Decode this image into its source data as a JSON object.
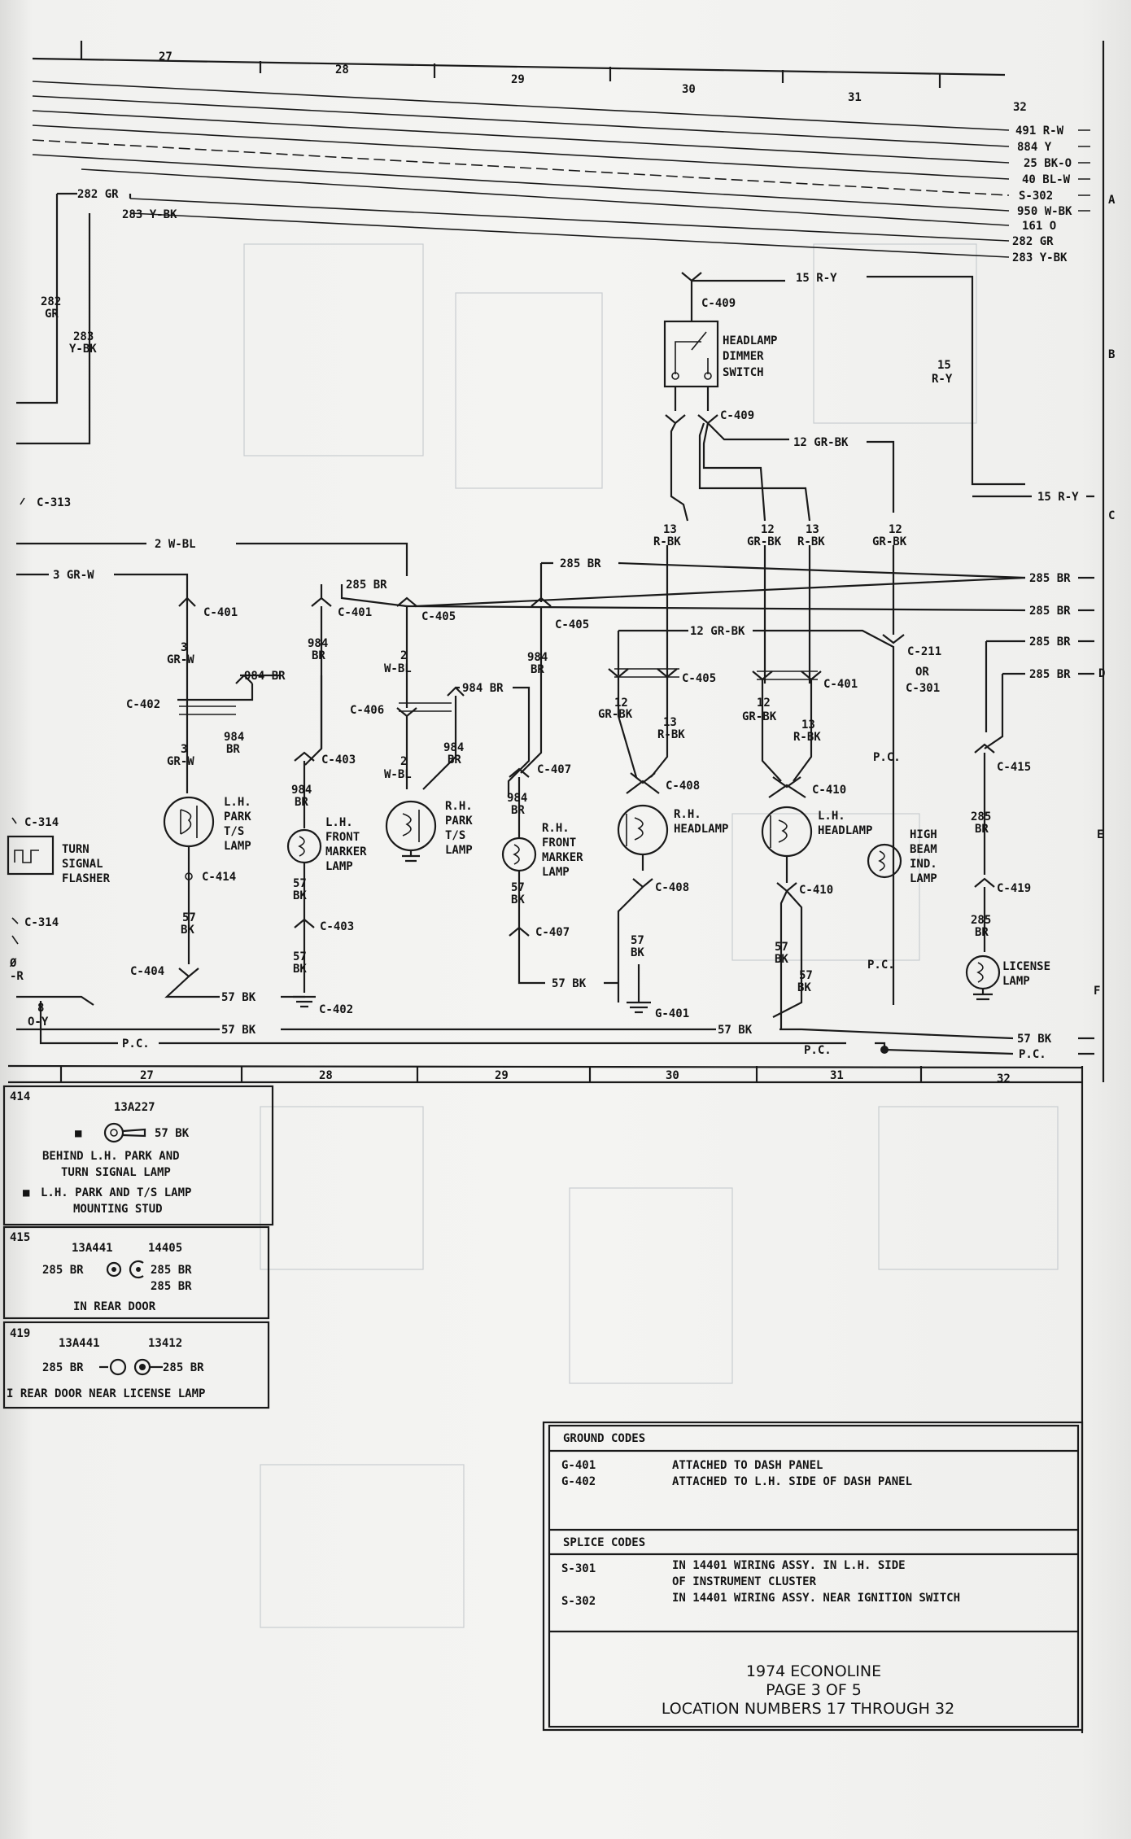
{
  "grid": {
    "top_numbers": [
      "27",
      "28",
      "29",
      "30",
      "31",
      "32"
    ],
    "bottom_numbers": [
      "27",
      "28",
      "29",
      "30",
      "31",
      "32"
    ],
    "row_letters": [
      "A",
      "B",
      "C",
      "D",
      "E",
      "F"
    ]
  },
  "bus_wires": [
    "491 R-W",
    "884 Y",
    "25 BK-O",
    "40 BL-W",
    "S-302",
    "950 W-BK",
    "161 O",
    "282 GR",
    "283 Y-BK"
  ],
  "left_wires": {
    "w282": "282 GR",
    "w283": "283 Y-BK",
    "v282a": "282",
    "v282b": "GR",
    "v283a": "283",
    "v283b": "Y-BK",
    "c313": "C-313",
    "w2": "2 W-BL",
    "w3": "3 GR-W"
  },
  "dimmer": {
    "c409_top": "C-409",
    "label1": "HEADLAMP",
    "label2": "DIMMER",
    "label3": "SWITCH",
    "c409_bottom": "C-409",
    "w15": "15 R-Y",
    "w15b1": "15",
    "w15b2": "R-Y",
    "w12": "12 GR-BK",
    "w15_right": "15 R-Y"
  },
  "right_wires": {
    "br1": "285 BR",
    "br2": "285 BR",
    "br3": "285 BR",
    "br4": "285 BR",
    "bk57": "57 BK",
    "pc": "P.C."
  },
  "left_circuit": {
    "c401": "C-401",
    "gw1": "3",
    "gw2": "GR-W",
    "c402": "C-402",
    "br984": "984 BR",
    "v984a": "984",
    "v984b": "BR",
    "gw3": "3",
    "gw4": "GR-W",
    "park1": "L.H.",
    "park2": "PARK",
    "park3": "T/S",
    "park4": "LAMP",
    "c414": "C-414",
    "bk1": "57",
    "bk2": "BK",
    "c404": "C-404",
    "bk57a": "57 BK",
    "bk57b": "57 BK",
    "pc": "P.C.",
    "c314a": "C-314",
    "c314b": "C-314",
    "flasher1": "TURN",
    "flasher2": "SIGNAL",
    "flasher3": "FLASHER",
    "cut1": "-R",
    "cut2": "8",
    "cut3": "O-Y",
    "cut4": "Ø"
  },
  "lh_marker": {
    "w285": "285 BR",
    "c401": "C-401",
    "v1": "984",
    "v2": "BR",
    "c403a": "C-403",
    "v3": "984",
    "v4": "BR",
    "l1": "L.H.",
    "l2": "FRONT",
    "l3": "MARKER",
    "l4": "LAMP",
    "bk1": "57",
    "bk2": "BK",
    "c403b": "C-403",
    "bk3": "57",
    "bk4": "BK",
    "c402g": "C-402"
  },
  "rh_park": {
    "c405": "C-405",
    "v1": "2",
    "v2": "W-BL",
    "c406": "C-406",
    "br984": "984 BR",
    "v3": "984",
    "v4": "BR",
    "v5": "2",
    "v6": "W-BL",
    "l1": "R.H.",
    "l2": "PARK",
    "l3": "T/S",
    "l4": "LAMP"
  },
  "rh_marker": {
    "w285": "285 BR",
    "c405": "C-405",
    "v1": "984",
    "v2": "BR",
    "c407a": "C-407",
    "v3": "984",
    "v4": "BR",
    "l1": "R.H.",
    "l2": "FRONT",
    "l3": "MARKER",
    "l4": "LAMP",
    "bk1": "57",
    "bk2": "BK",
    "c407b": "C-407",
    "bk57": "57 BK"
  },
  "rh_head": {
    "w1": "13",
    "w2": "R-BK",
    "w12": "12 GR-BK",
    "c405": "C-405",
    "v1": "12",
    "v2": "GR-BK",
    "v3": "13",
    "v4": "R-BK",
    "c408": "C-408",
    "l1": "R.H.",
    "l2": "HEADLAMP",
    "c408b": "C-408",
    "bk1": "57",
    "bk2": "BK",
    "g401": "G-401"
  },
  "lh_head": {
    "w1": "12",
    "w2": "GR-BK",
    "w3": "13",
    "w4": "R-BK",
    "c401": "C-401",
    "v1": "12",
    "v2": "GR-BK",
    "v3": "13",
    "v4": "R-BK",
    "c410": "C-410",
    "l1": "L.H.",
    "l2": "HEADLAMP",
    "c410b": "C-410",
    "bk1": "57",
    "bk2": "BK",
    "bk3": "57",
    "bk4": "BK",
    "bk57": "57 BK"
  },
  "high_beam": {
    "w1": "12",
    "w2": "GR-BK",
    "c211": "C-211",
    "or": "OR",
    "c301": "C-301",
    "pc1": "P.C.",
    "l1": "HIGH",
    "l2": "BEAM",
    "l3": "IND.",
    "l4": "LAMP",
    "pc2": "P.C.",
    "pc3": "P.C."
  },
  "license": {
    "c415": "C-415",
    "v1": "285",
    "v2": "BR",
    "c419": "C-419",
    "v3": "285",
    "v4": "BR",
    "l1": "LICENSE",
    "l2": "LAMP"
  },
  "ground_boxes": [
    {
      "num": "414",
      "part": "13A227",
      "wire": "57 BK",
      "t1": "BEHIND L.H. PARK AND",
      "t2": "TURN SIGNAL LAMP",
      "t3": "L.H. PARK AND T/S LAMP",
      "t4": "MOUNTING STUD"
    },
    {
      "num": "415",
      "partA": "13A441",
      "partB": "14405",
      "wireA": "285 BR",
      "wireB1": "285 BR",
      "wireB2": "285 BR",
      "t1": "IN REAR DOOR"
    },
    {
      "num": "419",
      "partA": "13A441",
      "partB": "13412",
      "wireA": "285 BR",
      "wireB": "285 BR",
      "t1": "I REAR DOOR NEAR LICENSE LAMP"
    }
  ],
  "codes": {
    "ground_header": "GROUND CODES",
    "ground": [
      {
        "code": "G-401",
        "text": "ATTACHED TO DASH PANEL"
      },
      {
        "code": "G-402",
        "text": "ATTACHED TO L.H. SIDE OF DASH PANEL"
      }
    ],
    "splice_header": "SPLICE CODES",
    "splice": [
      {
        "code": "S-301",
        "text1": "IN 14401 WIRING ASSY. IN L.H. SIDE",
        "text2": "OF INSTRUMENT CLUSTER"
      },
      {
        "code": "S-302",
        "text1": "IN 14401 WIRING ASSY. NEAR IGNITION SWITCH"
      }
    ]
  },
  "title_block": {
    "line1": "1974 ECONOLINE",
    "line2": "PAGE 3 OF 5",
    "line3": "LOCATION NUMBERS 17 THROUGH 32"
  }
}
